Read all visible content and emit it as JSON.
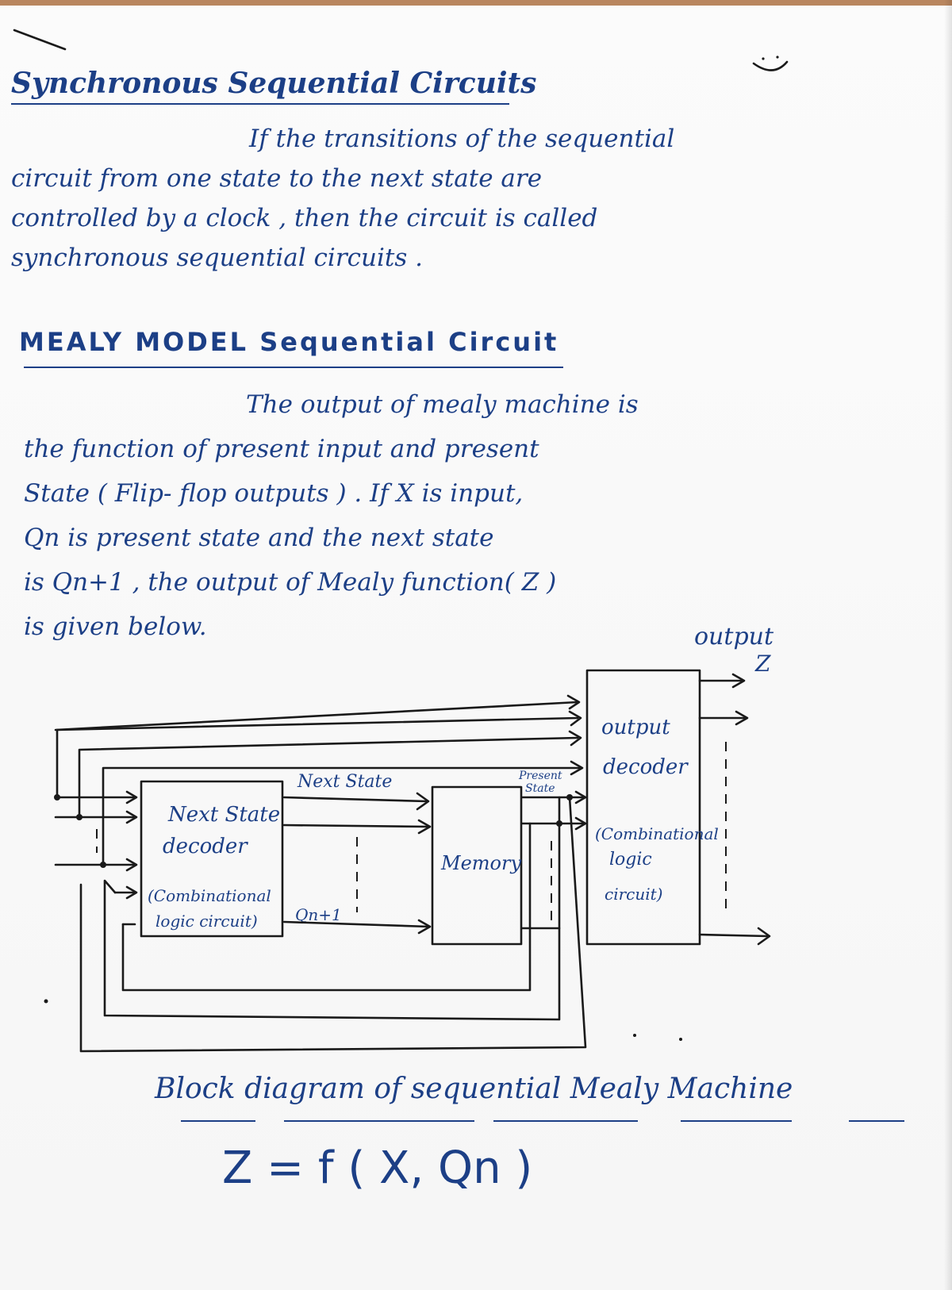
{
  "heading1": "Synchronous Sequential Circuits",
  "paragraph1": [
    "If the transitions of the sequential",
    "circuit from one state to the next state are",
    "controlled by a clock , then the circuit is called",
    "synchronous sequential circuits ."
  ],
  "heading2": "MEALY MODEL Sequential Circuit",
  "paragraph2": [
    "The output of mealy machine is",
    "the function of present input and present",
    "State ( Flip- flop outputs ) . If X is input,",
    "Qn is present state and the next state",
    "is Qn+1 , the output of Mealy function( Z )",
    "is given below."
  ],
  "diagram": {
    "next_state_decoder": {
      "title_line1": "Next State",
      "title_line2": "decoder",
      "sub_line1": "(Combinational",
      "sub_line2": "logic circuit)"
    },
    "memory": "Memory",
    "output_decoder": {
      "line1": "output",
      "line2": "decoder",
      "line3": "(Combinational",
      "line4": "logic",
      "line5": "circuit)"
    },
    "next_state_label": "Next State",
    "qn1_label": "Qn+1",
    "present_state_line1": "Present",
    "present_state_line2": "State",
    "output_label_line1": "output",
    "output_label_line2": "Z"
  },
  "caption": "Block diagram of sequential Mealy Machine",
  "formula": "Z = f ( X, Qn )"
}
